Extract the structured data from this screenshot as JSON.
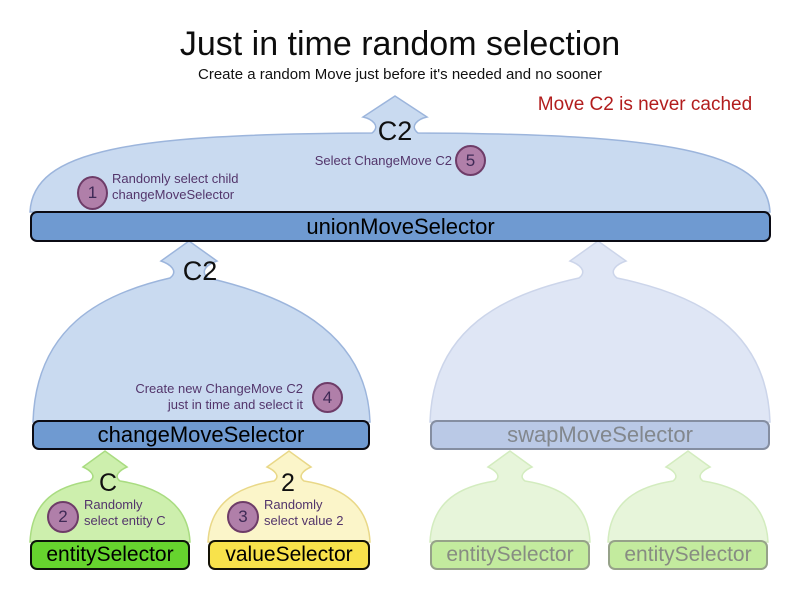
{
  "header": {
    "title": "Just in time random selection",
    "subtitle": "Create a random Move just before it's needed and no sooner",
    "note": "Move C2 is never cached"
  },
  "selectors": {
    "union": {
      "bar_label": "unionMoveSelector",
      "cached_move_label": "C2"
    },
    "change": {
      "bar_label": "changeMoveSelector",
      "cached_move_label": "C2"
    },
    "swap": {
      "bar_label": "swapMoveSelector"
    },
    "entity": {
      "bar_label": "entitySelector",
      "selected_label": "C"
    },
    "value": {
      "bar_label": "valueSelector",
      "selected_label": "2"
    },
    "faded_entity_1": {
      "bar_label": "entitySelector"
    },
    "faded_entity_2": {
      "bar_label": "entitySelector"
    }
  },
  "steps": {
    "s1": {
      "num": "1",
      "line1": "Randomly select child",
      "line2": "changeMoveSelector"
    },
    "s2": {
      "num": "2",
      "line1": "Randomly",
      "line2": "select entity C"
    },
    "s3": {
      "num": "3",
      "line1": "Randomly",
      "line2": "select value 2"
    },
    "s4": {
      "num": "4",
      "line1": "Create new ChangeMove C2",
      "line2": "just in time and select it"
    },
    "s5": {
      "num": "5",
      "line1": "Select ChangeMove C2"
    }
  },
  "colors": {
    "dome_blue": "#c9daf0",
    "dome_blue_border": "#9cb5dc",
    "bar_blue": "#6f9ad1",
    "dome_blue_faded": "#dfe6f5",
    "bar_blue_faded": "#bac9e6",
    "dome_green": "#cdefad",
    "bar_green": "#66d42e",
    "dome_green_faded": "#e7f5da",
    "bar_green_faded": "#c3eb9e",
    "dome_yellow": "#fbf5c9",
    "bar_yellow": "#f8e24b",
    "step_circle_fill": "#b07fa9",
    "step_circle_border": "#6e3c68",
    "annotation_text": "#53356b",
    "note_red": "#b21d1d",
    "faded_text": "#82878d"
  }
}
